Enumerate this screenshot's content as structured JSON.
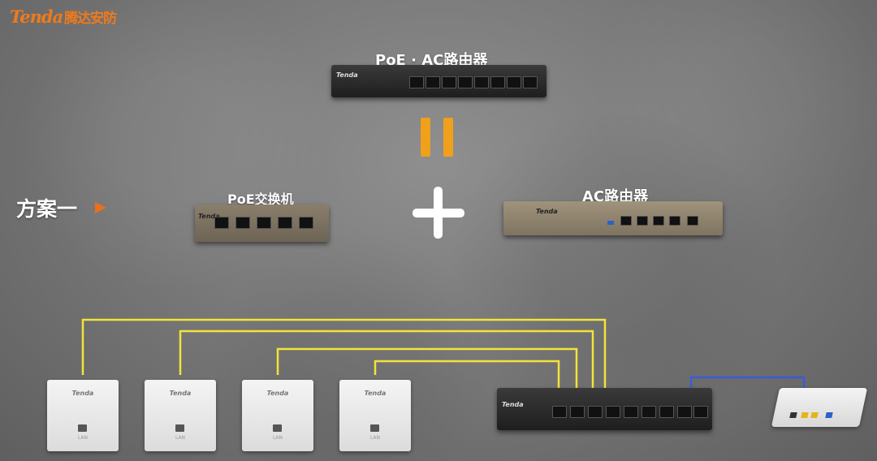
{
  "brand": {
    "logo_text": "Tenda",
    "logo_cn": "腾达安防"
  },
  "labels": {
    "poe_ac_router": "PoE · AC路由器",
    "poe_switch": "PoE交换机",
    "ac_router": "AC路由器",
    "scheme": "方案一"
  },
  "devices": {
    "router_logo": "Tenda",
    "switch_logo": "Tenda",
    "ac_logo": "Tenda",
    "ap_logo": "Tenda",
    "ap_port_label": "LAN"
  },
  "colors": {
    "brand_orange": "#f07a1a",
    "equals_orange": "#f0a01a",
    "cable_yellow": "#f2e33a",
    "cable_blue": "#3a5bd6"
  },
  "icons": [
    "equals-icon",
    "plus-icon",
    "arrow-right-icon"
  ]
}
